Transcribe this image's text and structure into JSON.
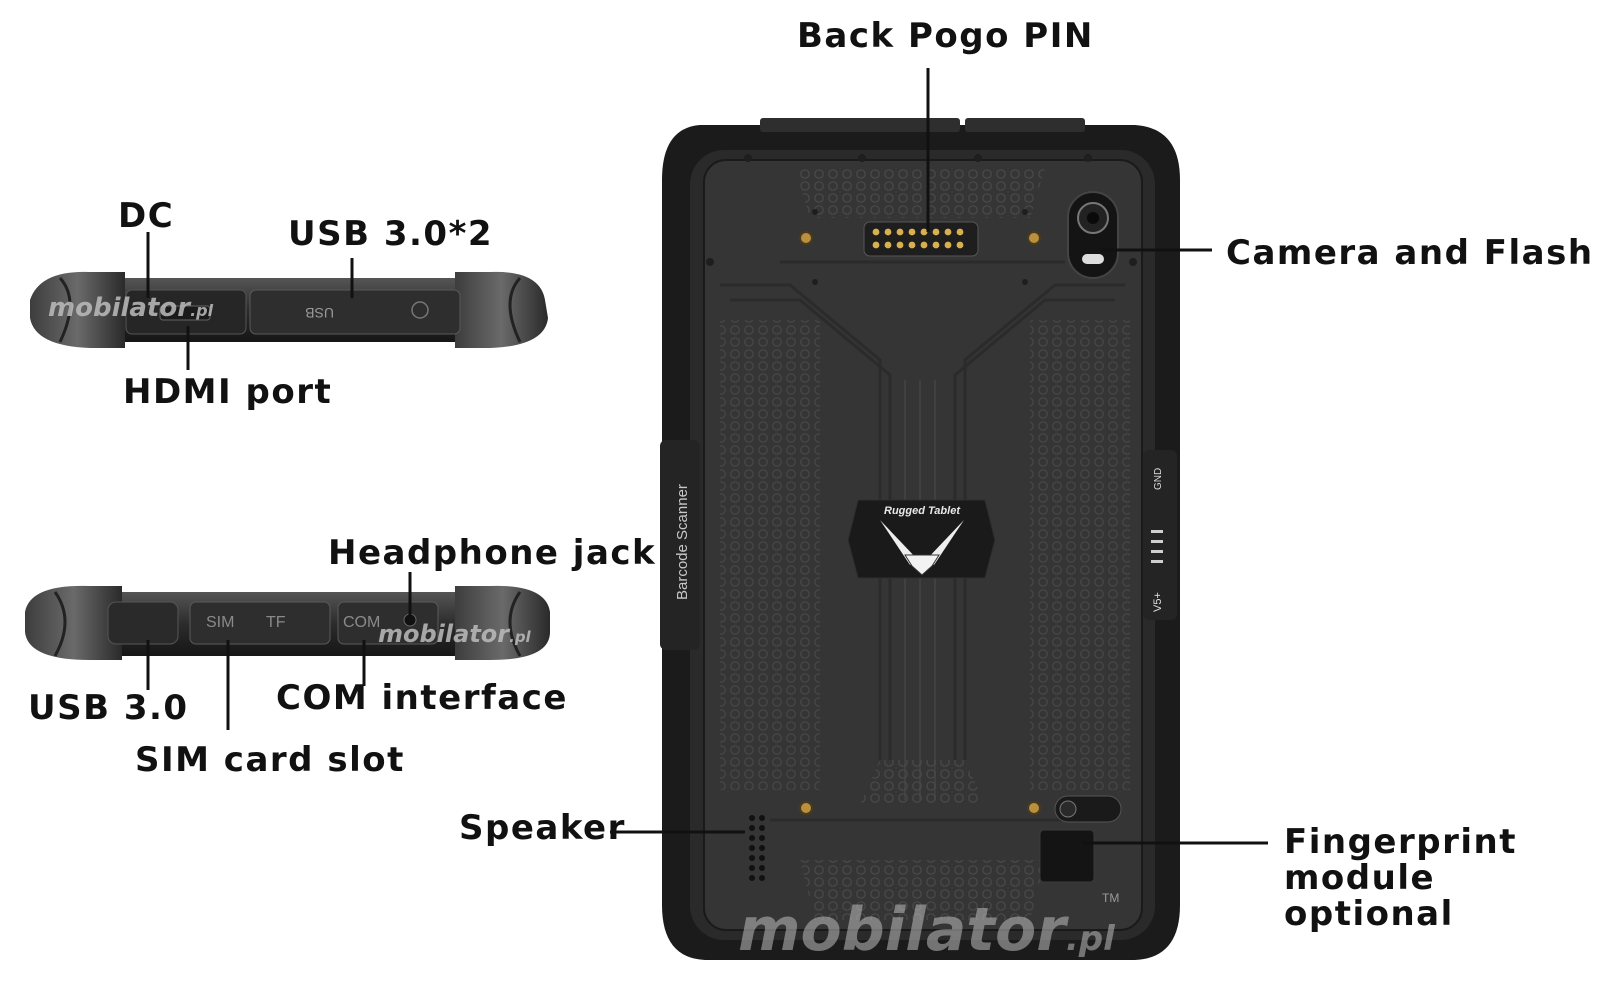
{
  "callouts": {
    "back_pogo_pin": "Back Pogo PIN",
    "camera_flash": "Camera and Flash",
    "dc": "DC",
    "usb_30_x2": "USB 3.0*2",
    "hdmi_port": "HDMI port",
    "headphone_jack": "Headphone jack",
    "usb_30": "USB 3.0",
    "com_interface": "COM interface",
    "sim_card_slot": "SIM card slot",
    "speaker": "Speaker",
    "fingerprint_line1": "Fingerprint",
    "fingerprint_line2": "module",
    "fingerprint_line3": "optional"
  },
  "device_print": {
    "barcode_scanner": "Barcode Scanner",
    "rugged_tablet": "Rugged Tablet",
    "gnd": "GND",
    "v5": "V5+",
    "tm": "TM",
    "port_usb": "USB",
    "port_sim": "SIM",
    "port_tf": "TF",
    "port_com": "COM"
  },
  "watermark": {
    "brand": "mobilator",
    "suffix": ".pl"
  },
  "colors": {
    "body": "#2a2a2a",
    "bumper": "#1c1c1c",
    "back_panel": "#3a3a3a",
    "pogo_pins": "#c9a64a",
    "watermark": "#bdbdbd"
  }
}
